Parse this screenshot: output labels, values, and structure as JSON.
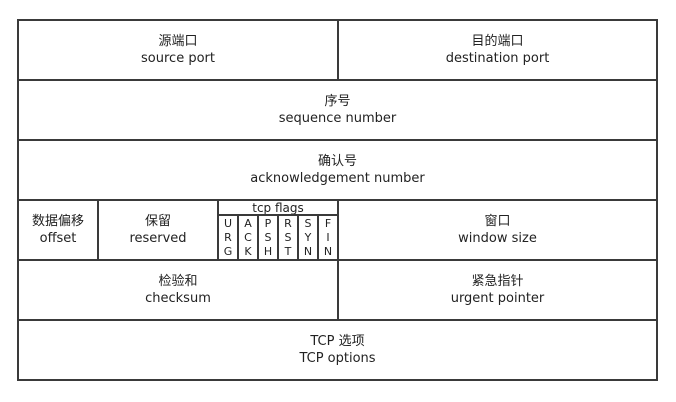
{
  "rows": {
    "src_port": {
      "zh": "源端口",
      "en": "source port"
    },
    "dst_port": {
      "zh": "目的端口",
      "en": "destination port"
    },
    "seq": {
      "zh": "序号",
      "en": "sequence number"
    },
    "ack": {
      "zh": "确认号",
      "en": "acknowledgement number"
    },
    "offset": {
      "zh": "数据偏移",
      "en": "offset"
    },
    "reserved": {
      "zh": "保留",
      "en": "reserved"
    },
    "window": {
      "zh": "窗口",
      "en": "window size"
    },
    "checksum": {
      "zh": "检验和",
      "en": "checksum"
    },
    "urgent": {
      "zh": "紧急指针",
      "en": "urgent pointer"
    },
    "options": {
      "zh": "TCP 选项",
      "en": "TCP options"
    }
  },
  "flags": {
    "title": "tcp flags",
    "items": [
      {
        "name": "URG",
        "c1": "U",
        "c2": "R",
        "c3": "G"
      },
      {
        "name": "ACK",
        "c1": "A",
        "c2": "C",
        "c3": "K"
      },
      {
        "name": "PSH",
        "c1": "P",
        "c2": "S",
        "c3": "H"
      },
      {
        "name": "RST",
        "c1": "R",
        "c2": "S",
        "c3": "T"
      },
      {
        "name": "SYN",
        "c1": "S",
        "c2": "Y",
        "c3": "N"
      },
      {
        "name": "FIN",
        "c1": "F",
        "c2": "I",
        "c3": "N"
      }
    ]
  }
}
